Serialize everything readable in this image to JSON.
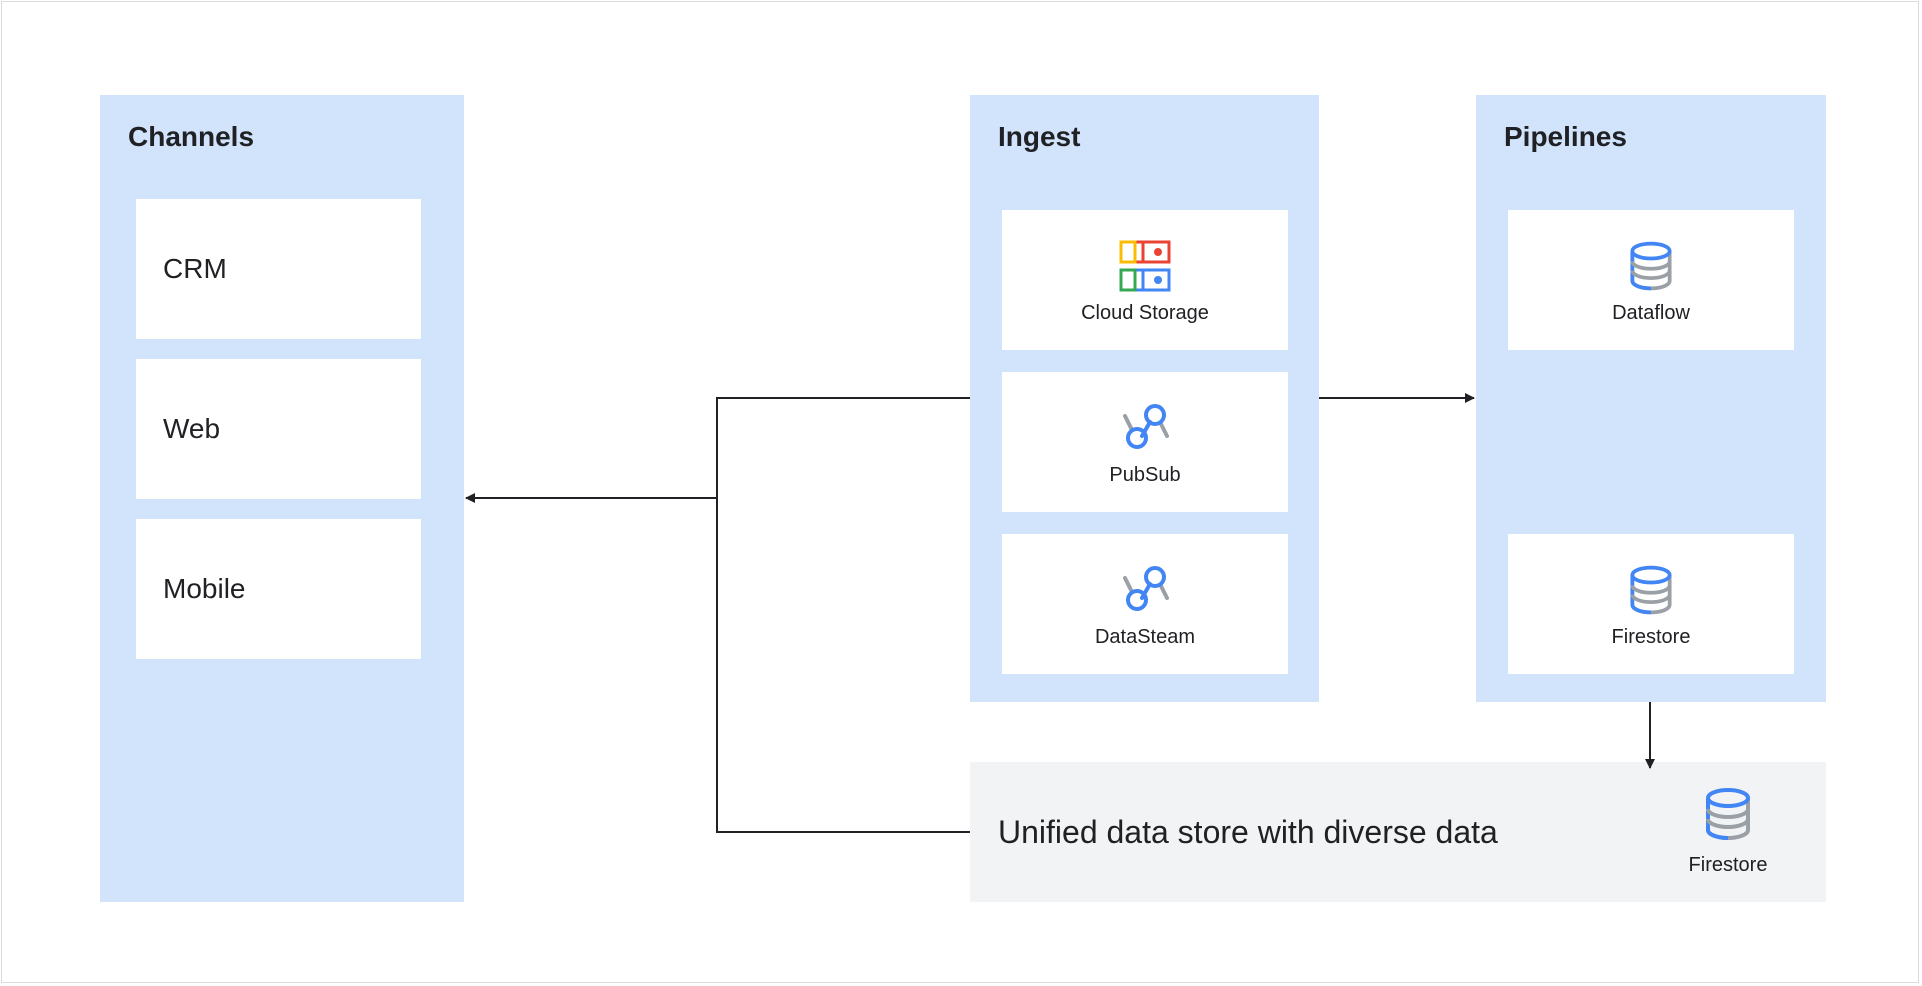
{
  "channels": {
    "title": "Channels",
    "items": [
      {
        "label": "CRM"
      },
      {
        "label": "Web"
      },
      {
        "label": "Mobile"
      }
    ]
  },
  "ingest": {
    "title": "Ingest",
    "services": [
      {
        "label": "Cloud Storage",
        "icon": "cloud-storage-icon"
      },
      {
        "label": "PubSub",
        "icon": "pubsub-icon"
      },
      {
        "label": "DataSteam",
        "icon": "datastream-icon"
      }
    ]
  },
  "pipelines": {
    "title": "Pipelines",
    "services": [
      {
        "label": "Dataflow",
        "icon": "database-icon"
      },
      {
        "label": "Firestore",
        "icon": "database-icon"
      }
    ]
  },
  "store": {
    "text": "Unified data store with diverse data",
    "service_label": "Firestore",
    "icon": "database-icon"
  },
  "colors": {
    "panel": "#d2e3fc",
    "store_bg": "#f1f3f4",
    "google_blue": "#4285f4",
    "google_red": "#ea4335",
    "google_yellow": "#fbbc04",
    "google_green": "#34a853",
    "icon_gray": "#9aa0a6",
    "connector": "#202124"
  }
}
